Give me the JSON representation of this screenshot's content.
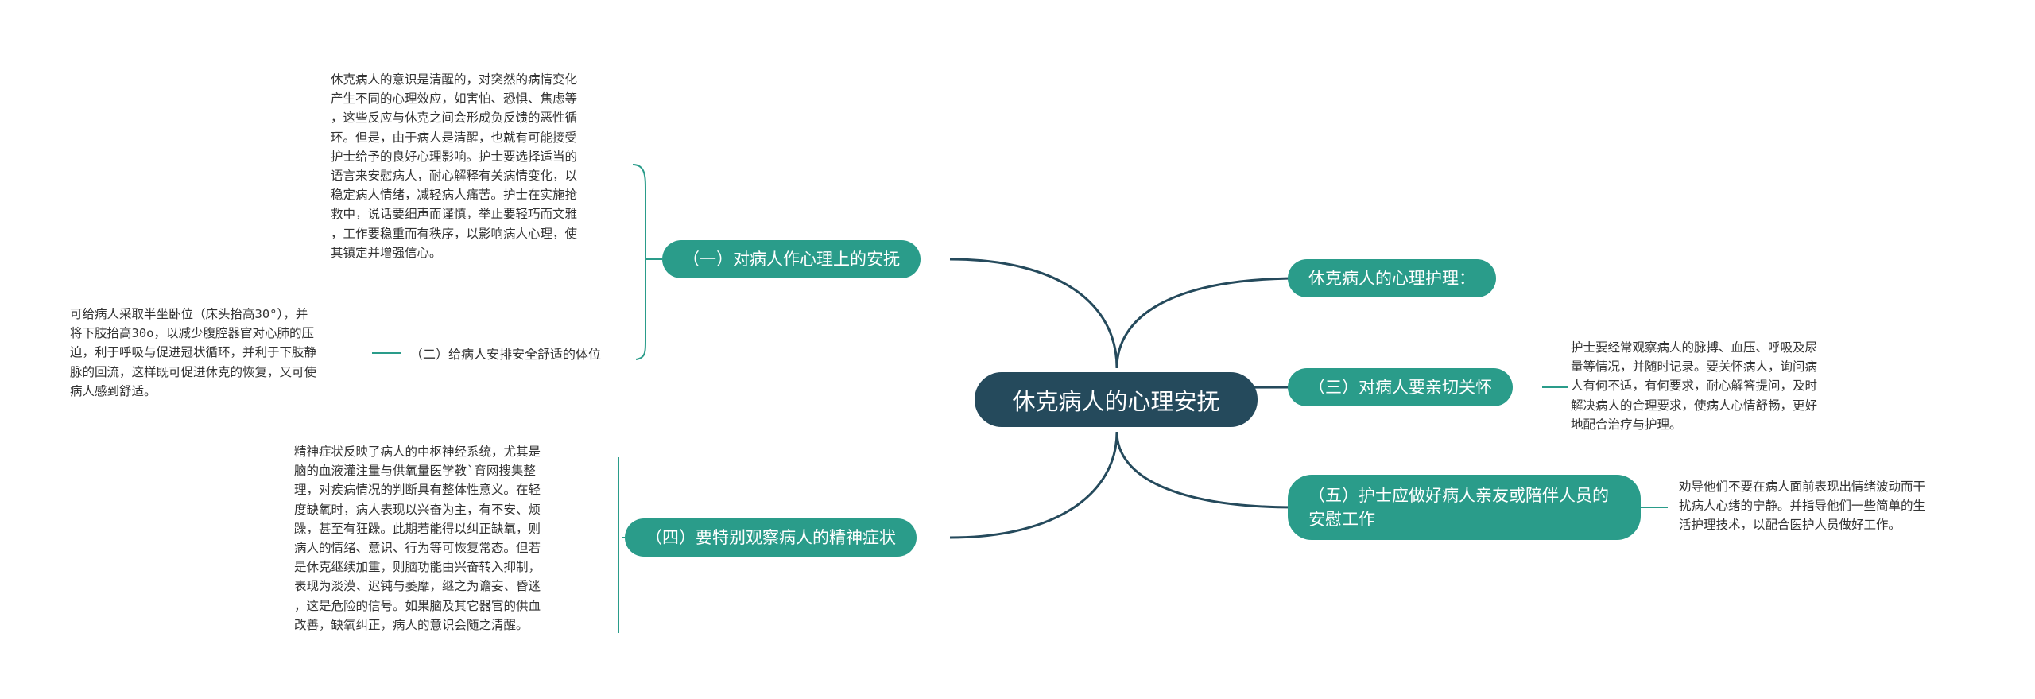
{
  "center": "休克病人的心理安抚",
  "branches": {
    "b1": "（一）对病人作心理上的安抚",
    "b4": "（四）要特别观察病人的精神症状",
    "r1": "休克病人的心理护理：",
    "r3": "（三）对病人要亲切关怀",
    "r5": "（五）护士应做好病人亲友或陪伴人员的安慰工作"
  },
  "sub": {
    "s2": "（二）给病人安排安全舒适的体位"
  },
  "notes": {
    "n1": "休克病人的意识是清醒的，对突然的病情变化\n产生不同的心理效应，如害怕、恐惧、焦虑等\n，这些反应与休克之间会形成负反馈的恶性循\n环。但是，由于病人是清醒，也就有可能接受\n护士给予的良好心理影响。护士要选择适当的\n语言来安慰病人，耐心解释有关病情变化，以\n稳定病人情绪，减轻病人痛苦。护士在实施抢\n救中，说话要细声而谨慎，举止要轻巧而文雅\n，工作要稳重而有秩序，以影响病人心理，使\n其镇定并增强信心。",
    "n2": "可给病人采取半坐卧位（床头抬高30°），并\n将下肢抬高30o，以减少腹腔器官对心肺的压\n迫，利于呼吸与促进冠状循环，并利于下肢静\n脉的回流，这样既可促进休克的恢复，又可使\n病人感到舒适。",
    "n4": "精神症状反映了病人的中枢神经系统，尤其是\n脑的血液灌注量与供氧量医学教`育网搜集整\n理，对疾病情况的判断具有整体性意义。在轻\n度缺氧时，病人表现以兴奋为主，有不安、烦\n躁，甚至有狂躁。此期若能得以纠正缺氧，则\n病人的情绪、意识、行为等可恢复常态。但若\n是休克继续加重，则脑功能由兴奋转入抑制，\n表现为淡漠、迟钝与萎靡，继之为谵妄、昏迷\n，这是危险的信号。如果脑及其它器官的供血\n改善，缺氧纠正，病人的意识会随之清醒。",
    "n3": "护士要经常观察病人的脉搏、血压、呼吸及尿\n量等情况，并随时记录。要关怀病人，询问病\n人有何不适，有何要求，耐心解答提问，及时\n解决病人的合理要求，使病人心情舒畅，更好\n地配合治疗与护理。",
    "n5": "劝导他们不要在病人面前表现出情绪波动而干\n扰病人心绪的宁静。并指导他们一些简单的生\n活护理技术，以配合医护人员做好工作。"
  },
  "colors": {
    "center": "#254a5c",
    "branch": "#2a9c8a",
    "line_main": "#254a5c",
    "line_leaf": "#2a9c8a",
    "text": "#333333"
  }
}
